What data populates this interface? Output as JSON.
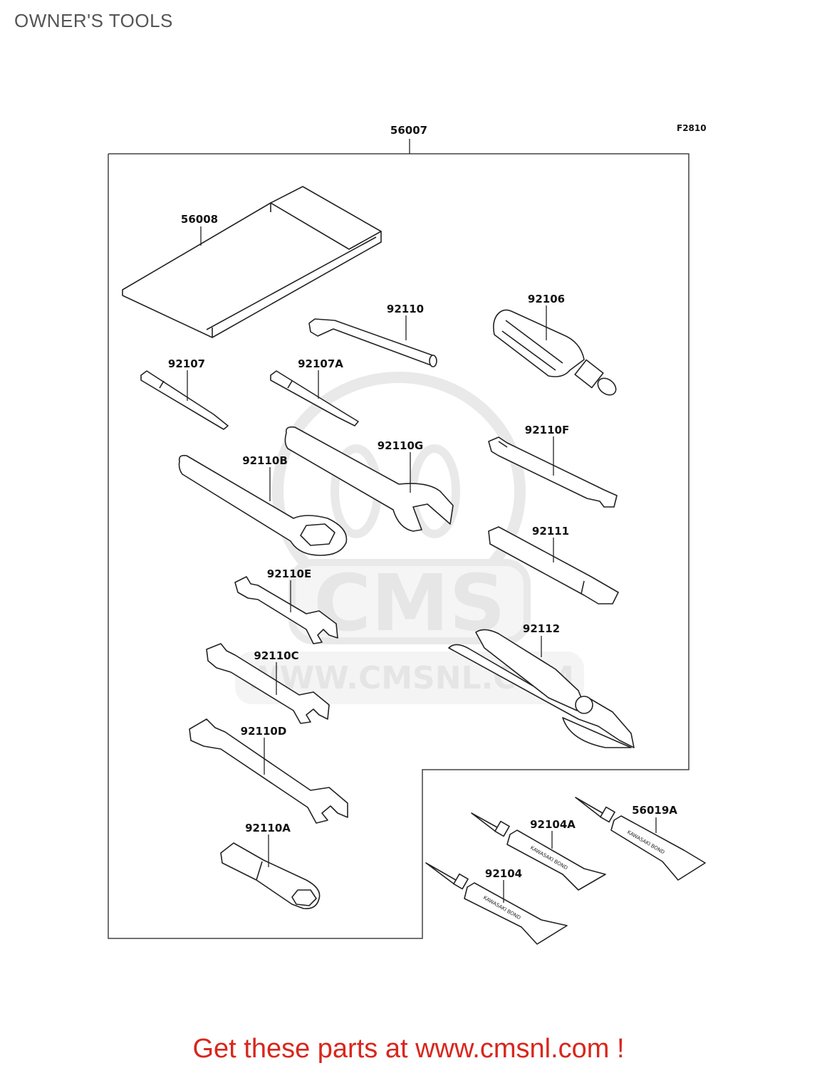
{
  "page": {
    "title": "OWNER'S TOOLS"
  },
  "diagram": {
    "figure_code": "F2810",
    "kit_part": "56007",
    "watermark": {
      "text": "CMS",
      "url": "WWW.CMSNL.COM"
    },
    "tube_print": "KAWASAKI BOND",
    "parts": {
      "p56008": "56008",
      "p92110": "92110",
      "p92106": "92106",
      "p92107": "92107",
      "p92107A": "92107A",
      "p92110F": "92110F",
      "p92110G": "92110G",
      "p92110B": "92110B",
      "p92111": "92111",
      "p92110E": "92110E",
      "p92112": "92112",
      "p92110C": "92110C",
      "p92110D": "92110D",
      "p92110A": "92110A",
      "p92104A": "92104A",
      "p56019A": "56019A",
      "p92104": "92104"
    }
  },
  "footer": {
    "text": "Get these parts at www.cmsnl.com !"
  },
  "colors": {
    "footer": "#d9261c",
    "line": "#222222",
    "watermark": "#e0e0e0"
  }
}
